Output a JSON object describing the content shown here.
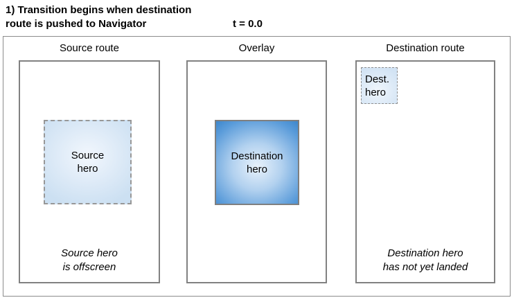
{
  "header": {
    "title_line1": "1) Transition begins when destination",
    "title_line2": "route is pushed to Navigator",
    "time_label": "t = 0.0"
  },
  "panels": [
    {
      "label": "Source route",
      "hero": {
        "line1": "Source",
        "line2": "hero"
      },
      "caption": {
        "line1": "Source hero",
        "line2": "is offscreen"
      }
    },
    {
      "label": "Overlay",
      "hero": {
        "line1": "Destination",
        "line2": "hero"
      }
    },
    {
      "label": "Destination route",
      "hero": {
        "line1": "Dest.",
        "line2": "hero"
      },
      "caption": {
        "line1": "Destination hero",
        "line2": "has not yet landed"
      }
    }
  ],
  "colors": {
    "frame_border": "#8b8b8b",
    "panel_border": "#818181",
    "dashed_border": "#979797",
    "hero_fill_light": "#ddeaf7",
    "hero_fill_highlight": "#f2f7fd",
    "overlay_hero_dark": "#3f88cd",
    "overlay_hero_center": "#e9f2fb"
  }
}
